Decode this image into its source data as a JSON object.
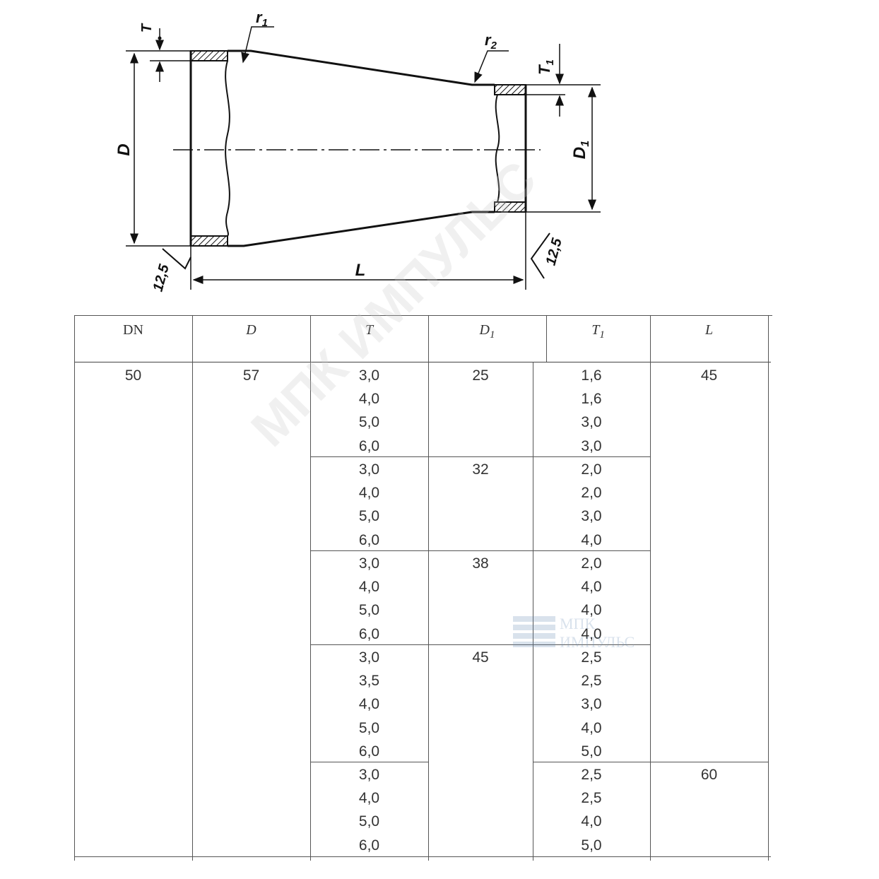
{
  "drawing": {
    "labels": {
      "T": "T",
      "r1": "r",
      "r1_sub": "1",
      "r2": "r",
      "r2_sub": "2",
      "T1": "T",
      "T1_sub": "1",
      "D": "D",
      "D1": "D",
      "D1_sub": "1",
      "L": "L",
      "roughness_left": "12,5",
      "roughness_right": "12,5"
    }
  },
  "table": {
    "headers": [
      {
        "main": "DN",
        "sub": ""
      },
      {
        "main": "D",
        "sub": ""
      },
      {
        "main": "T",
        "sub": ""
      },
      {
        "main": "D",
        "sub": "1"
      },
      {
        "main": "T",
        "sub": "1"
      },
      {
        "main": "L",
        "sub": ""
      }
    ],
    "dn": "50",
    "d": "57",
    "groups": [
      {
        "t": [
          "3,0",
          "4,0",
          "5,0",
          "6,0"
        ],
        "d1": "25",
        "t1": [
          "1,6",
          "1,6",
          "3,0",
          "3,0"
        ]
      },
      {
        "t": [
          "3,0",
          "4,0",
          "5,0",
          "6,0"
        ],
        "d1": "32",
        "t1": [
          "2,0",
          "2,0",
          "3,0",
          "4,0"
        ]
      },
      {
        "t": [
          "3,0",
          "4,0",
          "5,0",
          "6,0"
        ],
        "d1": "38",
        "t1": [
          "2,0",
          "4,0",
          "4,0",
          "4,0"
        ]
      },
      {
        "t": [
          "3,0",
          "3,5",
          "4,0",
          "5,0",
          "6,0"
        ],
        "d1": "45",
        "t1": [
          "2,5",
          "2,5",
          "3,0",
          "4,0",
          "5,0"
        ]
      },
      {
        "t": [
          "3,0",
          "4,0",
          "5,0",
          "6,0"
        ],
        "d1": "",
        "t1": [
          "2,5",
          "2,5",
          "4,0",
          "5,0"
        ]
      }
    ],
    "l_values": [
      "45",
      "60"
    ]
  },
  "watermark": {
    "text": "МПК ИМПУЛЬС",
    "logo_line1": "МПК",
    "logo_line2": "ИМПУЛЬС"
  }
}
